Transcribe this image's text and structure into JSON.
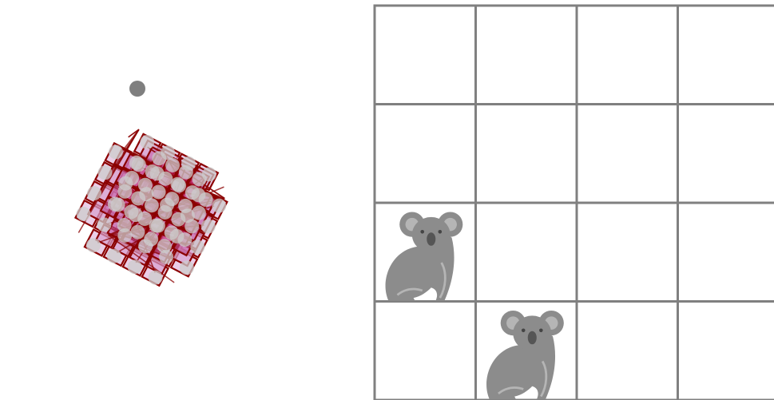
{
  "cube_puzzle": {
    "highlighted_vertex_color": "#7f7f7f",
    "vertex_color": "#cccccc",
    "edge_color": "#8b0000",
    "face_colors": [
      "#e8c6e3",
      "#d7a0cf",
      "#c25aa6",
      "#cc2a72"
    ]
  },
  "grid": {
    "rows": 4,
    "cols": 4,
    "line_color": "#808080",
    "pieces": [
      {
        "piece": "koala",
        "row": 3,
        "col": 1
      },
      {
        "piece": "koala",
        "row": 4,
        "col": 2
      }
    ],
    "piece_color": "#8c8c8c"
  }
}
